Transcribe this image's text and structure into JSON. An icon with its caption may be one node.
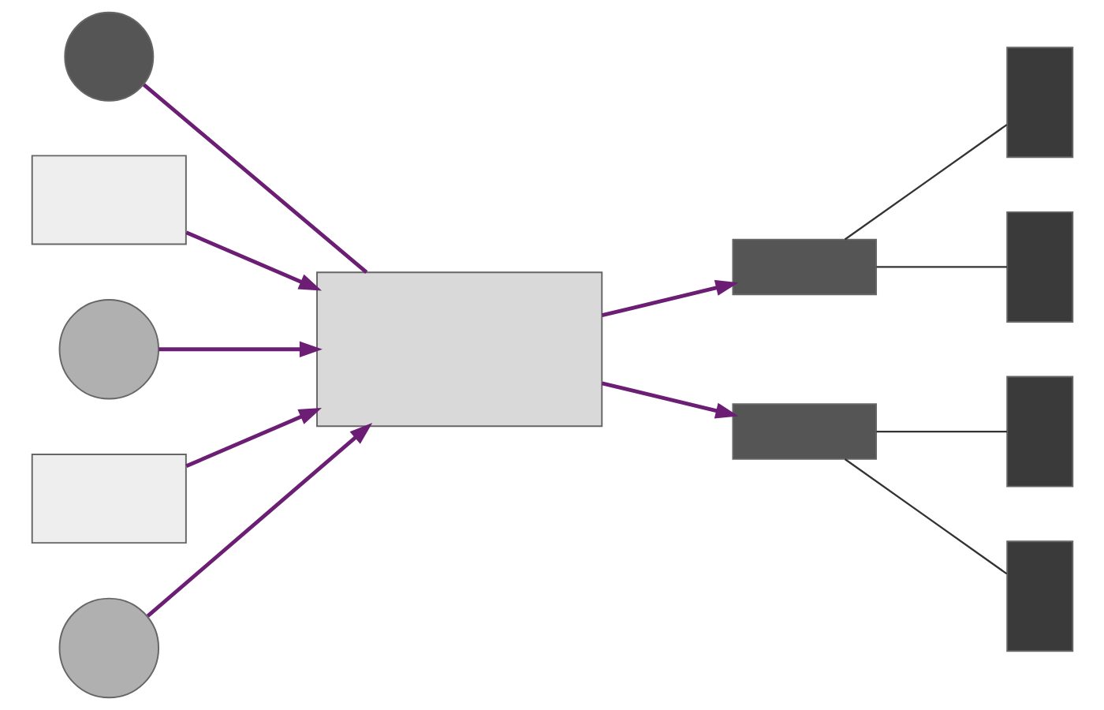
{
  "diagram": {
    "nodes": [
      {
        "text": [],
        "shape": "box"
      },
      {
        "text": [],
        "shape": "circle"
      },
      {
        "text": [],
        "shape": "box"
      },
      {
        "text": [],
        "shape": "circle"
      },
      {
        "text": [],
        "shape": "box"
      },
      {
        "text": [],
        "shape": "circle"
      },
      {
        "text": [],
        "shape": "box"
      },
      {
        "text": [],
        "shape": "box"
      },
      {
        "text": [],
        "shape": "box"
      },
      {
        "text": [],
        "shape": "box"
      },
      {
        "text": [],
        "shape": "box"
      },
      {
        "text": [],
        "shape": "box"
      }
    ],
    "edges": [
      {
        "from": 1,
        "to": 0,
        "arrow": "none"
      },
      {
        "from": 2,
        "to": 0,
        "arrow": "to"
      },
      {
        "from": 3,
        "to": 0,
        "arrow": "to"
      },
      {
        "from": 4,
        "to": 0,
        "arrow": "to"
      },
      {
        "from": 5,
        "to": 0,
        "arrow": "to"
      },
      {
        "from": 0,
        "to": 9,
        "arrow": "to"
      },
      {
        "from": 0,
        "to": 6,
        "arrow": "to"
      },
      {
        "from": 6,
        "to": 7,
        "arrow": "none",
        "color": "#333333"
      },
      {
        "from": 6,
        "to": 8,
        "arrow": "none",
        "color": "#333333"
      },
      {
        "from": 9,
        "to": 10,
        "arrow": "none",
        "color": "#333333"
      },
      {
        "from": 9,
        "to": 11,
        "arrow": "none",
        "color": "#333333"
      }
    ]
  }
}
